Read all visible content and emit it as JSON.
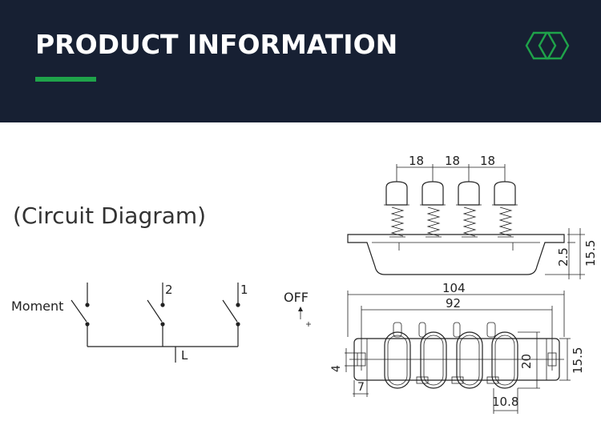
{
  "header": {
    "title": "PRODUCT INFORMATION",
    "accent_color": "#1fa34a",
    "background_color": "#172033",
    "logo_icon": "hexagon-logo-icon"
  },
  "circuit": {
    "title": "(Circuit Diagram)",
    "label_moment": "Moment",
    "label_2": "2",
    "label_1": "1",
    "label_L": "L"
  },
  "drawing": {
    "label_off": "OFF",
    "dim_18_a": "18",
    "dim_18_b": "18",
    "dim_18_c": "18",
    "dim_15_5_side": "15.5",
    "dim_2_5": "2.5",
    "dim_104": "104",
    "dim_92": "92",
    "dim_20": "20",
    "dim_15_5_bottom": "15.5",
    "dim_4": "4",
    "dim_7": "7",
    "dim_10_8": "10.8"
  }
}
